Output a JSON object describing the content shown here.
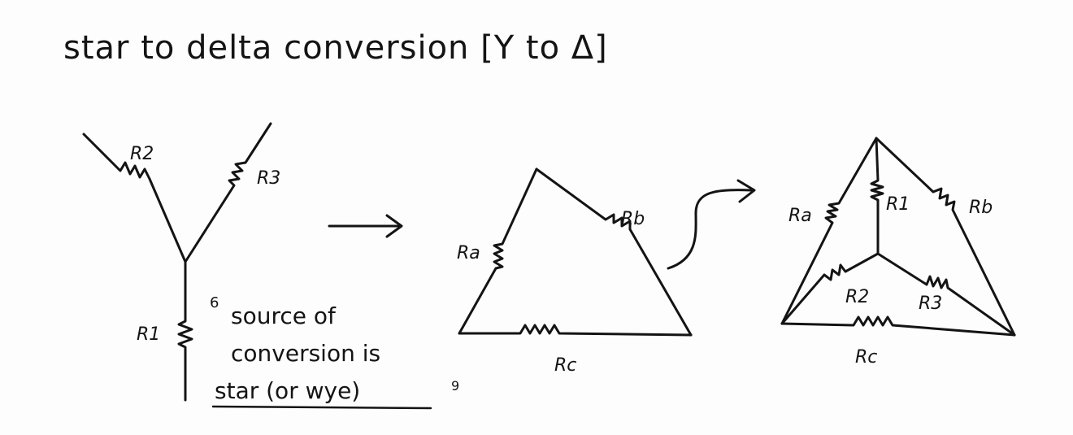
{
  "title": "star to delta conversion [Y to Δ]",
  "star": {
    "r1": "R1",
    "r2": "R2",
    "r3": "R3"
  },
  "arrow_label": "",
  "note": {
    "marker_open": "6",
    "line1": "source of",
    "line2": "conversion is",
    "line3": "star (or wye)",
    "marker_close": "9"
  },
  "delta": {
    "ra": "Ra",
    "rb": "Rb",
    "rc": "Rc"
  },
  "combined": {
    "ra": "Ra",
    "rb": "Rb",
    "rc": "Rc",
    "r1": "R1",
    "r2": "R2",
    "r3": "R3"
  }
}
